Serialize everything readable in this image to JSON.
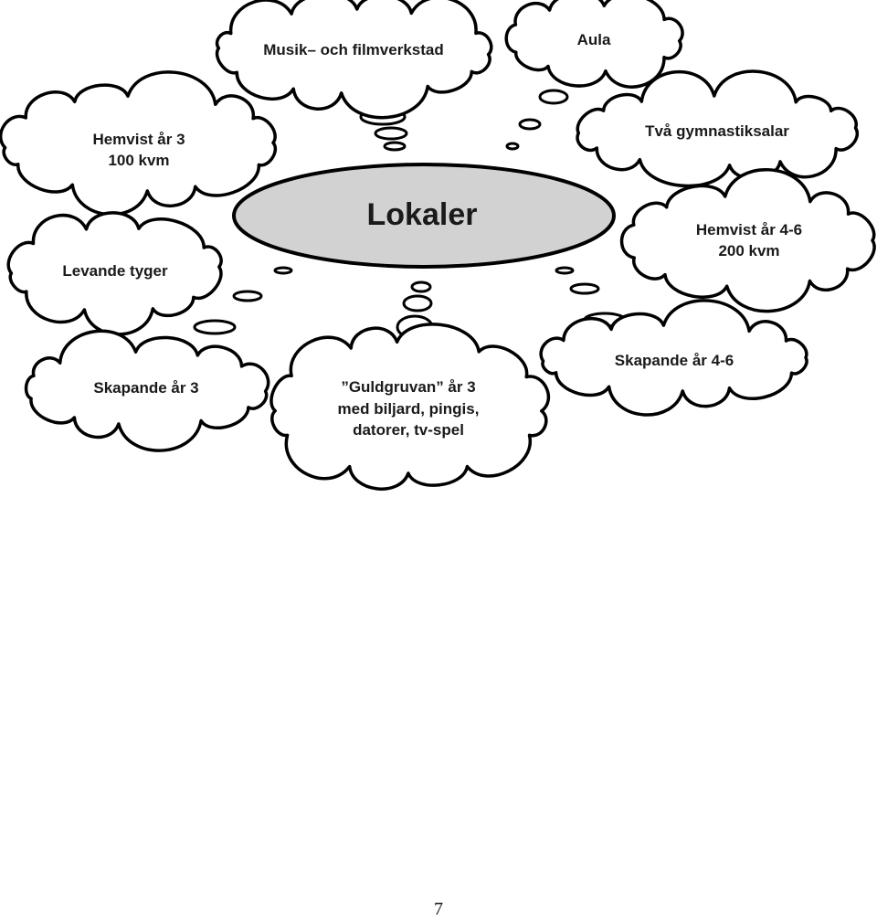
{
  "center": {
    "label": "Lokaler"
  },
  "clouds": {
    "musik": {
      "lines": [
        "Musik– och filmverkstad"
      ]
    },
    "aula": {
      "lines": [
        "Aula"
      ]
    },
    "hemvist3": {
      "lines": [
        "Hemvist år 3",
        "100 kvm"
      ]
    },
    "gymnastik": {
      "lines": [
        "Två gymnastiksalar"
      ]
    },
    "levande": {
      "lines": [
        "Levande tyger"
      ]
    },
    "hemvist46": {
      "lines": [
        "Hemvist år 4-6",
        "200 kvm"
      ]
    },
    "skapande3": {
      "lines": [
        "Skapande år 3"
      ]
    },
    "guldgruvan": {
      "lines": [
        "”Guldgruvan” år 3",
        "med biljard, pingis,",
        "datorer, tv-spel"
      ]
    },
    "skapande46": {
      "lines": [
        "Skapande år 4-6"
      ]
    }
  },
  "footer": {
    "page_number": "7"
  }
}
